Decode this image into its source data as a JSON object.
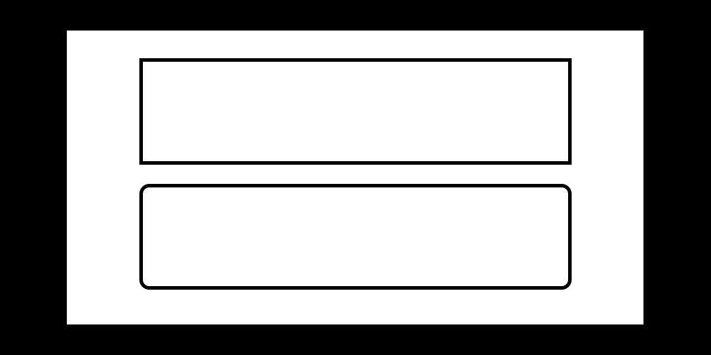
{
  "colors": {
    "background": "#000000",
    "canvas": "#ffffff",
    "stroke": "#000000"
  },
  "shapes": [
    {
      "type": "rectangle",
      "corners": "square"
    },
    {
      "type": "rectangle",
      "corners": "rounded"
    }
  ]
}
